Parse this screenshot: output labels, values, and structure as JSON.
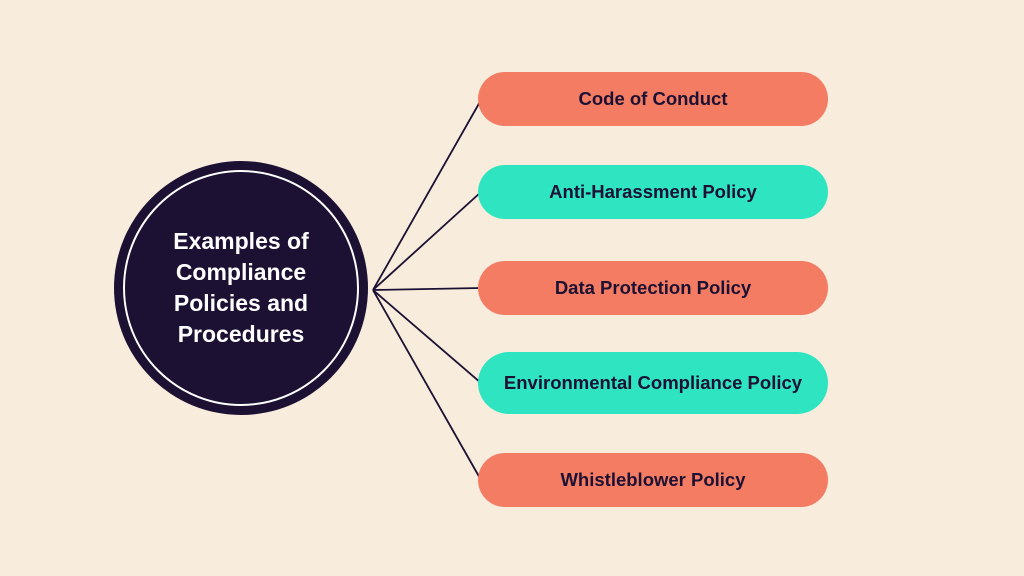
{
  "diagram": {
    "center": {
      "label": "Examples of Compliance Policies and Procedures"
    },
    "nodes": [
      {
        "label": "Code of Conduct",
        "color": "coral"
      },
      {
        "label": "Anti-Harassment Policy",
        "color": "teal"
      },
      {
        "label": "Data Protection Policy",
        "color": "coral"
      },
      {
        "label": "Environmental Compliance Policy",
        "color": "teal"
      },
      {
        "label": "Whistleblower Policy",
        "color": "coral"
      }
    ],
    "colors": {
      "background": "#F8ECDD",
      "circle": "#1C1033",
      "coral": "#F47C63",
      "teal": "#2FE5C1",
      "text_dark": "#1C1033",
      "text_light": "#FFFFFF",
      "line": "#1C1033"
    }
  }
}
